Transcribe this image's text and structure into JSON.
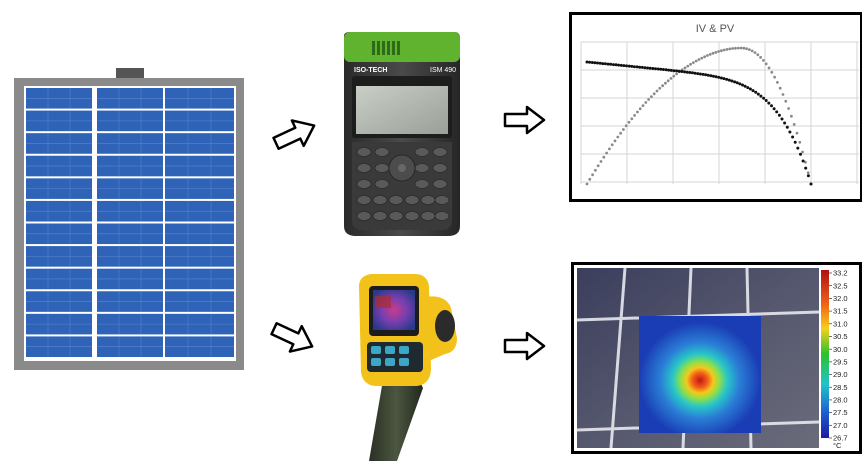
{
  "analyzer": {
    "brand": "ISO-TECH",
    "model": "ISM 490",
    "subtitle": "Solar Module Analyzer"
  },
  "iv_chart": {
    "title": "IV & PV"
  },
  "thermal": {
    "scale_labels": [
      "33.2",
      "32.5",
      "32.0",
      "31.5",
      "31.0",
      "30.5",
      "30.0",
      "29.5",
      "29.0",
      "28.5",
      "28.0",
      "27.5",
      "27.0",
      "26.7"
    ],
    "unit": "°C"
  },
  "icons": {
    "arrow": "hollow-right-arrow-icon",
    "panel": "solar-panel",
    "meter": "handheld-analyzer",
    "camera": "thermal-camera"
  },
  "colors": {
    "panel_cell": "#2f63b8",
    "panel_frame": "#8a8a8a",
    "meter_top": "#5fb32e",
    "camera_body": "#f2c21a"
  }
}
